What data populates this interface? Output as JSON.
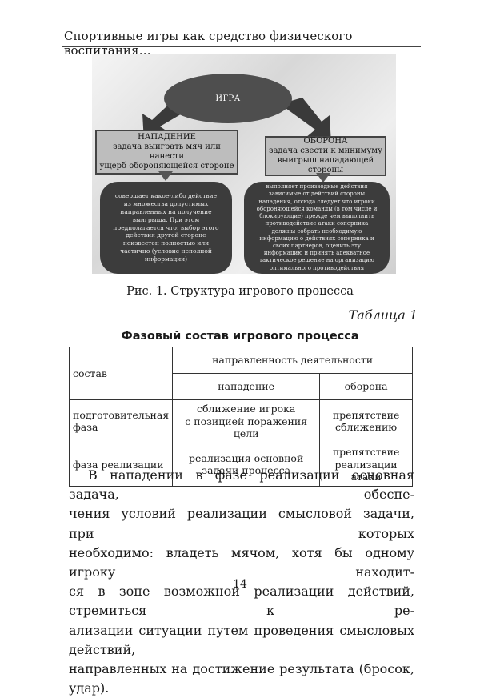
{
  "running_head": "Спортивные игры как средство физического воспитания…",
  "figure": {
    "ellipse_label": "ИГРА",
    "attack": {
      "title": "НАПАДЕНИЕ",
      "line1": "задача выиграть мяч  или нанести",
      "line2": "ущерб обороняющейся стороне",
      "detail": "совершает какое-либо действие из множества допустимых направленных на получение выигрыша. При этом предполагается что: выбор этого действия другой стороне неизвестен полностью или частично (условие неполной информации)"
    },
    "defense": {
      "title": "ОБОРОНА",
      "line1": "задача свести к минимуму",
      "line2": "выигрыш нападающей стороны",
      "detail": "выполняет производные действия зависимые от действий стороны нападения, отсюда следует что игроки обороняющейся команды (в том числе и блокирующие) прежде чем выполнить противодействие атаки соперника должны собрать необходимую информацию о действиях соперника и своих партнеров, оценить эту информацию и принять адекватное тактическое решение на организацию оптимального противодействия"
    }
  },
  "caption": "Рис. 1. Структура игрового процесса",
  "table_label": "Таблица 1",
  "table_title": "Фазовый состав игрового процесса",
  "table": {
    "col_group": "состав",
    "header_span": "направленность деятельности",
    "header_attack": "нападение",
    "header_defense": "оборона",
    "rows": [
      {
        "phase_l1": "подготовительная",
        "phase_l2": "фаза",
        "attack_l1": "сближение игрока",
        "attack_l2": "с позицией поражения цели",
        "defense_l1": "препятствие",
        "defense_l2": "сближению"
      },
      {
        "phase_l1": "фаза реализации",
        "phase_l2": "",
        "attack_l1": "реализация основной",
        "attack_l2": "задачи процесса",
        "defense_l1": "препятствие",
        "defense_l2": "реализации атаки"
      }
    ]
  },
  "paragraph": [
    "В нападении в фазе реализации основная задача, обеспе-",
    "чения условий реализации смысловой задачи, при которых",
    "необходимо: владеть мячом, хотя бы одному игроку находит-",
    "ся в зоне возможной реализации действий, стремиться к ре-",
    "ализации ситуации путем проведения смысловых действий,",
    "направленных на достижение результата (бросок, удар)."
  ],
  "page_number": "14"
}
